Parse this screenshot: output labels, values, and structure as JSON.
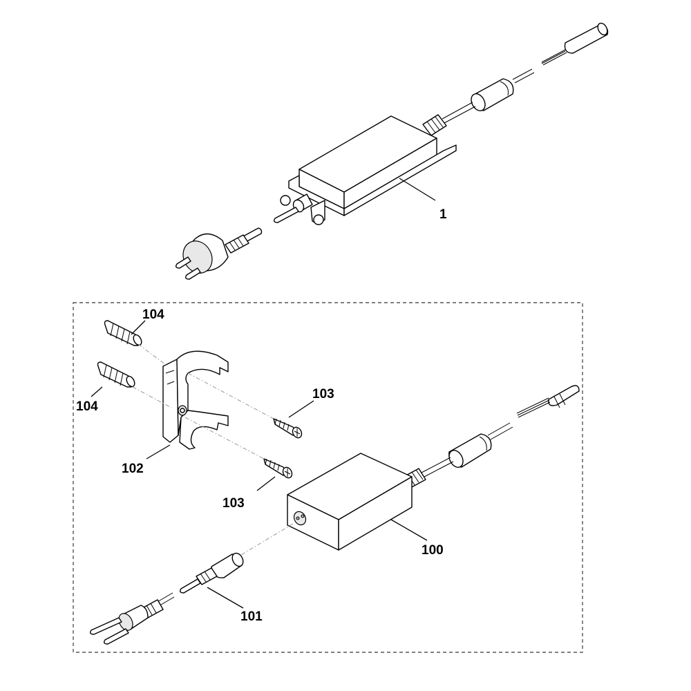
{
  "callouts": {
    "part_1": "1",
    "part_100": "100",
    "part_101": "101",
    "part_102": "102",
    "part_103_upper": "103",
    "part_103_lower": "103",
    "part_104_upper": "104",
    "part_104_lower": "104"
  },
  "colors": {
    "line": "#000000",
    "fill": "#ffffff",
    "shade": "#e8e8e8",
    "frame": "#555555",
    "assembly_line": "#9a9a9a"
  }
}
